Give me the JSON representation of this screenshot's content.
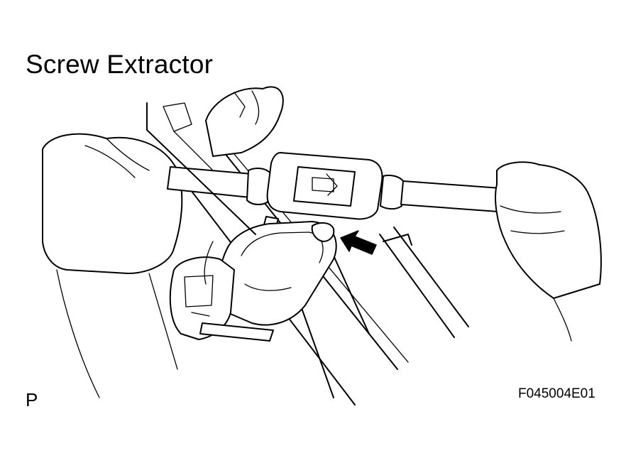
{
  "figure": {
    "callout_label": "Screw Extractor",
    "corner_mark": "P",
    "figure_code": "F045004E01"
  },
  "colors": {
    "ink": "#000000",
    "paper": "#ffffff"
  },
  "icons": {
    "arrow": "direction-arrow-icon"
  }
}
